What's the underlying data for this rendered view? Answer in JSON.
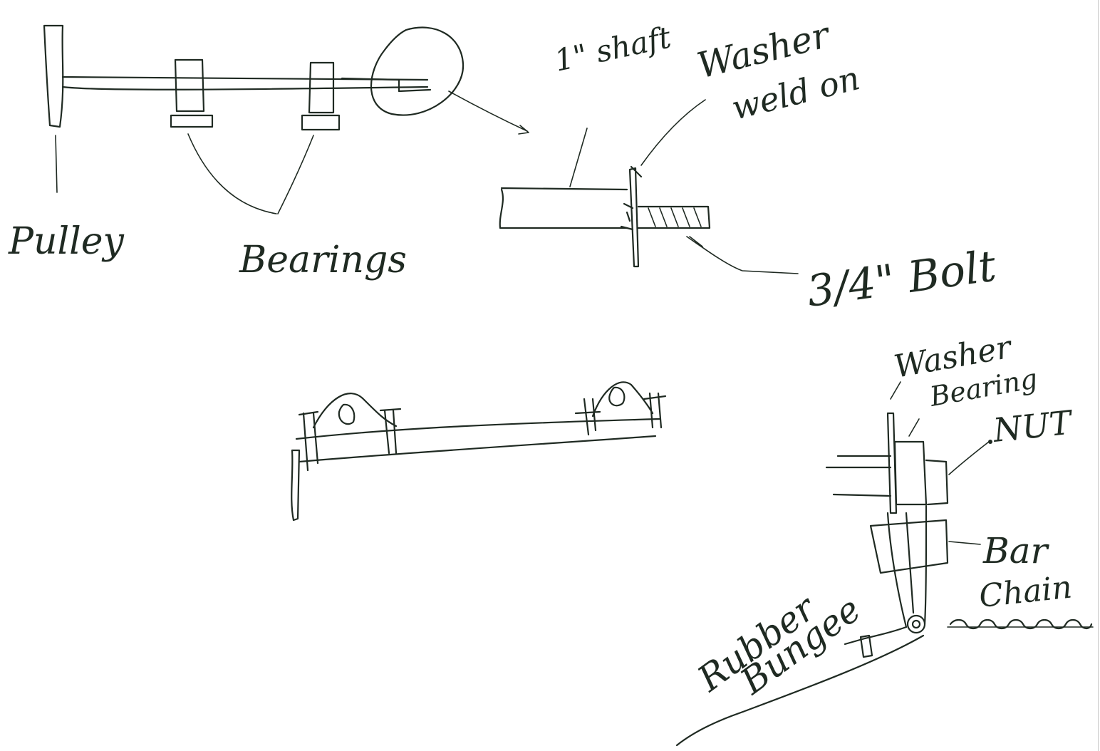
{
  "labels": {
    "pulley": "Pulley",
    "bearings": "Bearings",
    "shaft": "1\" shaft",
    "washer_weld_1": "Washer",
    "washer_weld_2": "weld on",
    "bolt": "3/4\" Bolt",
    "washer": "Washer",
    "bearing": "Bearing",
    "nut": "NUT",
    "bar": "Bar",
    "chain": "Chain",
    "rubber": "Rubber",
    "bungee": "Bungee"
  },
  "colors": {
    "ink": "#1f2a22",
    "paper": "#ffffff"
  }
}
